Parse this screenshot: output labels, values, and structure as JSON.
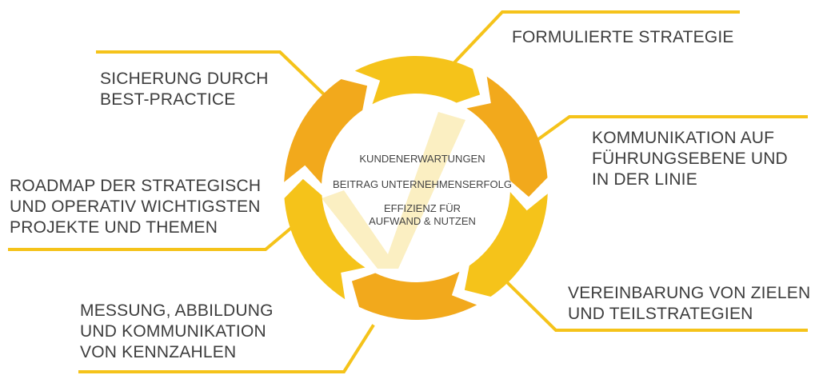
{
  "colors": {
    "gold": "#f5c31a",
    "amber": "#f2a91c",
    "checkmark": "#fbefc2",
    "text": "#3d3d3d"
  },
  "center": {
    "line1": "KUNDENERWARTUNGEN",
    "line2": "BEITRAG UNTERNEHMENSERFOLG",
    "line3a": "EFFIZIENZ FÜR",
    "line3b": "AUFWAND & NUTZEN"
  },
  "labels": {
    "strategy": {
      "l1": "FORMULIERTE STRATEGIE"
    },
    "communication": {
      "l1": "KOMMUNIKATION AUF",
      "l2": "FÜHRUNGSEBENE UND",
      "l3": "IN DER LINIE"
    },
    "agreement": {
      "l1": "VEREINBARUNG VON ZIELEN",
      "l2": "UND TEILSTRATEGIEN"
    },
    "measurement": {
      "l1": "MESSUNG, ABBILDUNG",
      "l2": "UND KOMMUNIKATION",
      "l3": "VON KENNZAHLEN"
    },
    "roadmap": {
      "l1": "ROADMAP DER STRATEGISCH",
      "l2": "UND OPERATIV WICHTIGSTEN",
      "l3": "PROJEKTE UND THEMEN"
    },
    "assurance": {
      "l1": "SICHERUNG DURCH",
      "l2": "BEST-PRACTICE"
    }
  }
}
